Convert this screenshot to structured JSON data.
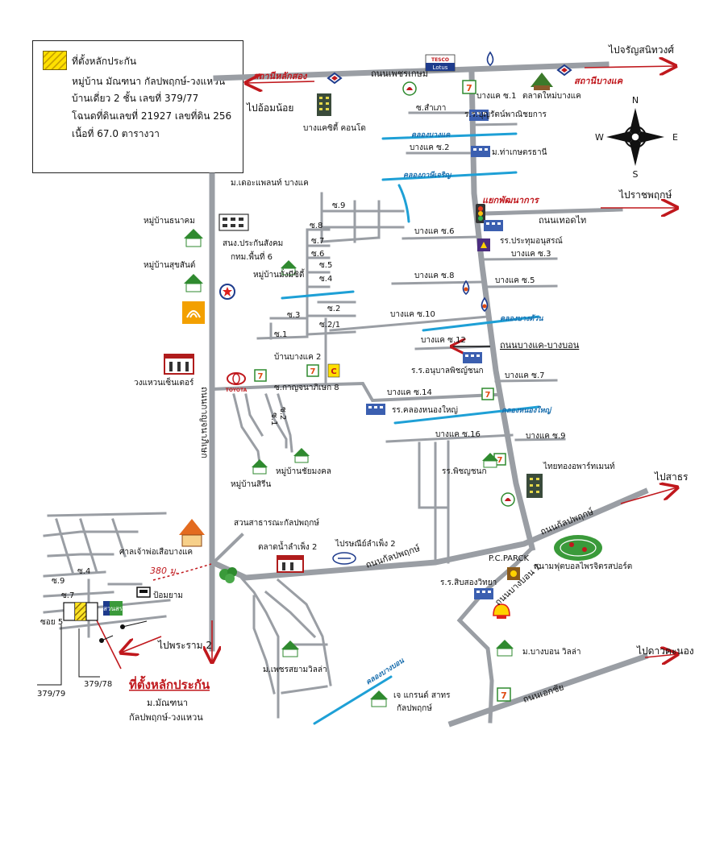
{
  "legend": {
    "title": "ที่ตั้งหลักประกัน",
    "line1": "หมู่บ้าน มัณฑนา กัลปพฤกษ์-วงแหวน",
    "line2": "บ้านเดี่ยว 2 ชั้น เลขที่ 379/77",
    "line3": "โฉนดที่ดินเลขที่ 21927 เลขที่ดิน 256",
    "line4": "เนื้อที่ 67.0 ตารางวา"
  },
  "compass": {
    "n": "N",
    "s": "S",
    "e": "E",
    "w": "W"
  },
  "destinations": {
    "top_right": "ไปจรัญสนิทวงศ์",
    "top_left": "ไปอ้อมน้อย",
    "rama": "ไปราชพฤกษ์",
    "sathorn": "ไปสาธร",
    "dao": "ไปดาวคะนอง",
    "rama2": "ไปพระราม 2"
  },
  "roads": {
    "phetkasem": "ถนนเพชรเกษม",
    "kanchana": "ถนนกาญจนาภิเษก",
    "thoet_thai": "ถนนเทอดไท",
    "bangkhae_bangbon": "ถนนบางแค-บางบอน",
    "kanlapaphruek": "ถนนกัลปพฤกษ์",
    "kanlapaphruek2": "ถนนกัลปพฤกษ์",
    "bangbon1": "ถนนบางบอน 1",
    "ekachai": "ถนนเอกชัย",
    "kanchana8": "ซ.กาญจนาภิเษก 8"
  },
  "stations": {
    "lak_song": "สถานีหลักสอง",
    "bang_khae": "สถานีบางแค"
  },
  "intersection": "แยกพัฒนาการ",
  "canals": {
    "bang_khae": "คลองบางแค",
    "phasi": "คลองภาษีเจริญ",
    "bang_duan": "คลองบางด้วน",
    "nong_yai": "คลองหนองใหญ่",
    "bang_bon": "คลองบางบอน"
  },
  "soi_main": {
    "s1": "บางแค ซ.1",
    "samrao": "ซ.สำเภา",
    "s2": "บางแค ซ.2",
    "s6": "บางแค ซ.6",
    "s3": "บางแค ซ.3",
    "s8": "บางแค ซ.8",
    "s5": "บางแค ซ.5",
    "s10": "บางแค ซ.10",
    "s12": "บางแค ซ.12",
    "s7": "บางแค ซ.7",
    "s14": "บางแค ซ.14",
    "s16": "บางแค ซ.16",
    "s9": "บางแค ซ.9"
  },
  "soi_small": {
    "a9": "ซ.9",
    "a8": "ซ.8",
    "a7": "ซ.7",
    "a6": "ซ.6",
    "a5": "ซ.5",
    "a4": "ซ.4",
    "a2": "ซ.2",
    "a21": "ซ.2/1",
    "a3": "ซ.3",
    "a1": "ซ.1",
    "b2": "ซ.2",
    "b1": "ซ.1",
    "c9": "ซ.9",
    "c4": "ซ.4",
    "c7": "ซ.7",
    "c5": "ซอย 5"
  },
  "places": {
    "tesco": "TESCO",
    "lotus": "Lotus",
    "talat_mai": "ตลาดใหม่บางแค",
    "bangkhae_city": "บางแคซิตี้ คอนโด",
    "boonyarat": "ร.ร.บุญรัตน์พาณิชยการ",
    "kaset": "ม.ท่าเกษตรธานี",
    "the_plant": "ม.เดอะแพลนท์ บางแค",
    "thanakhom": "หมู่บ้านธนาคม",
    "sso": "สนง.ประกันสังคม",
    "sso2": "กทม.พื้นที่ 6",
    "sukhasan": "หมู่บ้านสุขสันต์",
    "mangmee": "หมู่บ้านมั่งมีซิตี้",
    "pratumanu": "รร.ประทุมอนุสรณ์",
    "wongwaen": "วงแหวนเซ็นเตอร์",
    "ban_bangkhae2": "บ้านบางแค 2",
    "toyota": "TOYOTA",
    "anuban": "ร.ร.อนุบาลพิชญ์ชนก",
    "khlong_nong_yai_school": "รร.คลองหนองใหญ่",
    "phitchayanon": "รร.พิชญชนก",
    "thaitong": "ไทยทองอพาร์ทเมนท์",
    "sirin": "หมู่บ้านสิรีน",
    "chaimongkhon": "หมู่บ้านชัยมงคล",
    "park": "สวนสาธารณะกัลปพฤกษ์",
    "sala": "ศาลเจ้าพ่อเสือบางแค",
    "talat_nam": "ตลาดน้ำลำเพ็ง 2",
    "post": "ไปรษณีย์ลำเพ็ง 2",
    "pc_park": "P.C.PARCK",
    "football": "สนามฟุตบอลไพรจิตรสปอร์ต",
    "sibsong": "ร.ร.สิบสองวิทยา",
    "bangbon_villa": "ม.บางบอน วิลล่า",
    "phetsiam": "ม.เพชรสยามวิลล่า",
    "grand": "เจ แกรนด์ สาทร",
    "grand2": "กัลปพฤกษ์",
    "pomyam": "ป้อมยาม",
    "park_small": "สวนสระ",
    "distance": "380 ม.",
    "site_title": "ที่ตั้งหลักประกัน",
    "site_l1": "ม.มัณฑนา",
    "site_l2": "กัลปพฤกษ์-วงแหวน",
    "h1": "379/79",
    "h2": "379/78"
  }
}
